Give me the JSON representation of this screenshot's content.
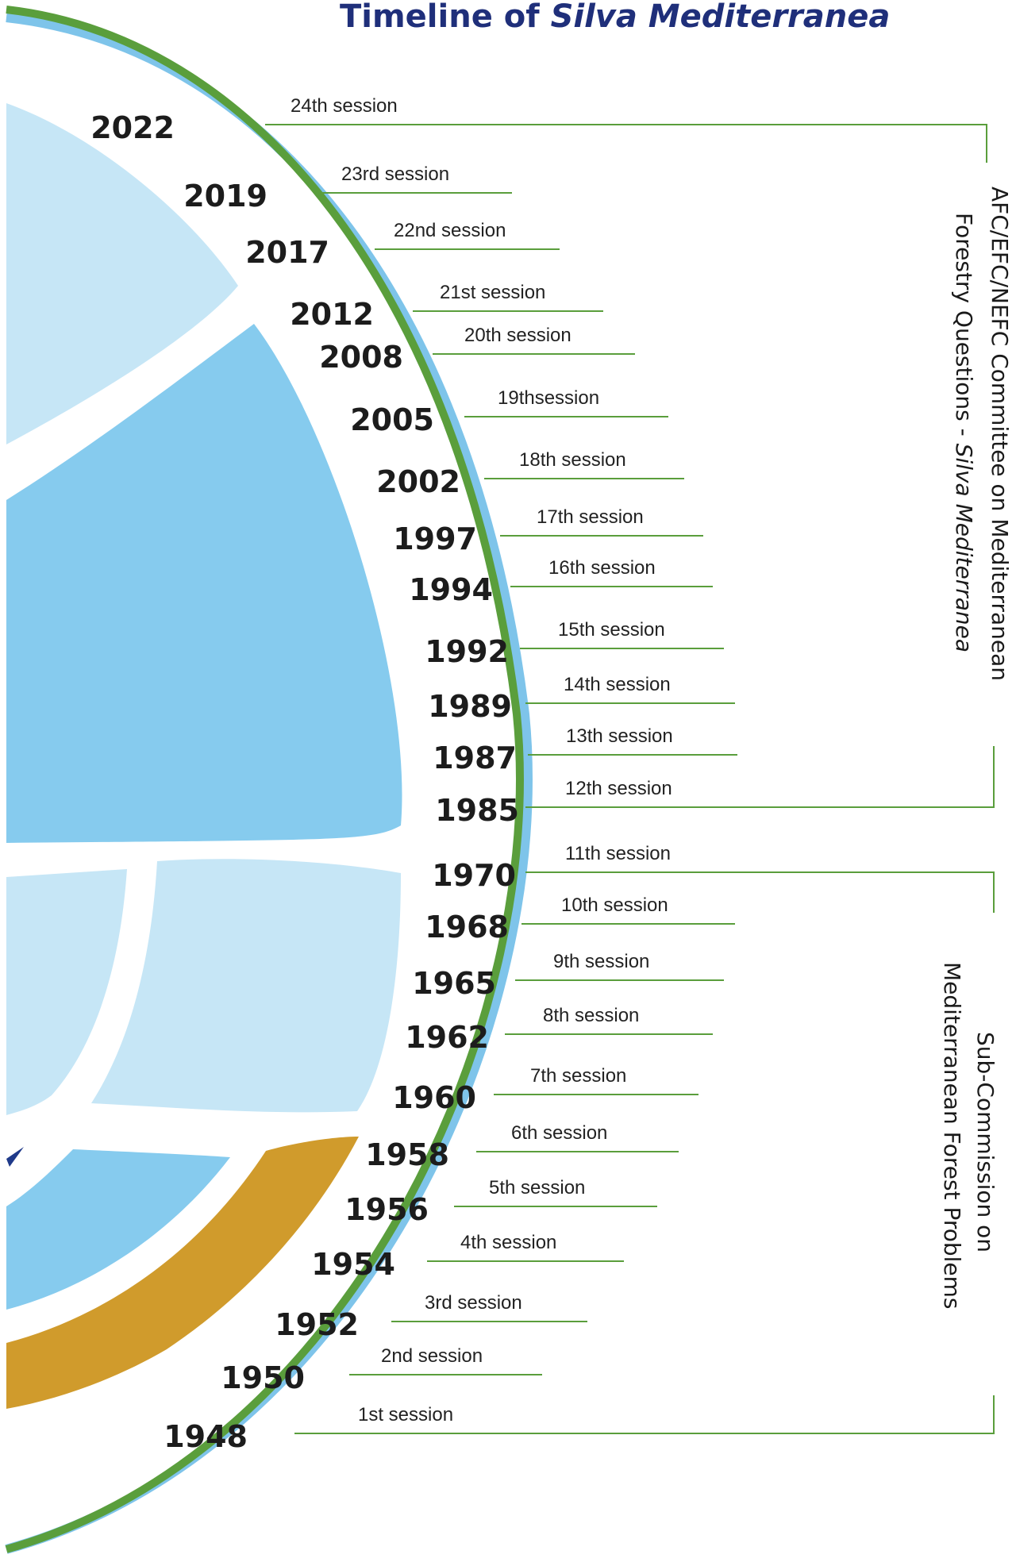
{
  "title": {
    "prefix": "Timeline of ",
    "emphasis": "Silva Mediterranea"
  },
  "sessions": [
    {
      "year": "2022",
      "label": "24th session"
    },
    {
      "year": "2019",
      "label": "23rd session"
    },
    {
      "year": "2017",
      "label": "22nd session"
    },
    {
      "year": "2012",
      "label": "21st session"
    },
    {
      "year": "2008",
      "label": "20th session"
    },
    {
      "year": "2005",
      "label": "19thsession"
    },
    {
      "year": "2002",
      "label": "18th session"
    },
    {
      "year": "1997",
      "label": "17th session"
    },
    {
      "year": "1994",
      "label": "16th session"
    },
    {
      "year": "1992",
      "label": "15th session"
    },
    {
      "year": "1989",
      "label": "14th session"
    },
    {
      "year": "1987",
      "label": "13th session"
    },
    {
      "year": "1985",
      "label": "12th session"
    },
    {
      "year": "1970",
      "label": "11th session"
    },
    {
      "year": "1968",
      "label": "10th session"
    },
    {
      "year": "1965",
      "label": "9th session"
    },
    {
      "year": "1962",
      "label": "8th session"
    },
    {
      "year": "1960",
      "label": "7th session"
    },
    {
      "year": "1958",
      "label": "6th session"
    },
    {
      "year": "1956",
      "label": "5th session"
    },
    {
      "year": "1954",
      "label": "4th session"
    },
    {
      "year": "1952",
      "label": "3rd session"
    },
    {
      "year": "1950",
      "label": "2nd session"
    },
    {
      "year": "1948",
      "label": "1st session"
    }
  ],
  "groups": [
    {
      "line1": "AFC/EFC/NEFC Committee on Mediterranean",
      "line2_plain": "Forestry  Questions - ",
      "line2_italic": "Silva Mediterranea"
    },
    {
      "line1": "Sub-Commission on",
      "line2_plain": "Mediterranean Forest Problems",
      "line2_italic": ""
    }
  ],
  "colors": {
    "title": "#1f2f7a",
    "arc_green": "#5a9e3c",
    "arc_blue": "#7ec4ea",
    "light_blue": "#c6e6f6",
    "mid_blue": "#86cbee",
    "gold": "#d09b2c",
    "navy": "#1f3a8a",
    "leader_line": "#5a9e3c"
  }
}
